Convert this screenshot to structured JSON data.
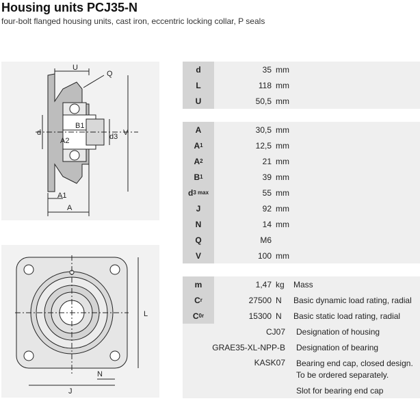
{
  "header": {
    "title": "Housing units PCJ35-N",
    "subtitle": "four-bolt flanged housing units, cast iron, eccentric locking collar, P seals"
  },
  "drawing1": {
    "labels": [
      "U",
      "Q",
      "B1",
      "d",
      "A2",
      "d3",
      "V",
      "A1",
      "A"
    ]
  },
  "drawing2": {
    "labels": [
      "L",
      "J",
      "N"
    ]
  },
  "group1": [
    {
      "sym": "d",
      "value": "35",
      "unit": "mm"
    },
    {
      "sym": "L",
      "value": "118",
      "unit": "mm"
    },
    {
      "sym": "U",
      "value": "50,5",
      "unit": "mm"
    }
  ],
  "group2": [
    {
      "sym": "A",
      "sub": "",
      "value": "30,5",
      "unit": "mm"
    },
    {
      "sym": "A",
      "sub": "1",
      "value": "12,5",
      "unit": "mm"
    },
    {
      "sym": "A",
      "sub": "2",
      "value": "21",
      "unit": "mm"
    },
    {
      "sym": "B",
      "sub": "1",
      "value": "39",
      "unit": "mm"
    },
    {
      "sym": "d",
      "sub": "3 max",
      "value": "55",
      "unit": "mm"
    },
    {
      "sym": "J",
      "sub": "",
      "value": "92",
      "unit": "mm"
    },
    {
      "sym": "N",
      "sub": "",
      "value": "14",
      "unit": "mm"
    },
    {
      "sym": "Q",
      "sub": "",
      "value": "M6",
      "unit": ""
    },
    {
      "sym": "V",
      "sub": "",
      "value": "100",
      "unit": "mm"
    }
  ],
  "group3": [
    {
      "sym": "m",
      "sub": "",
      "value": "1,47",
      "unit": "kg",
      "desc": "Mass"
    },
    {
      "sym": "C",
      "sub": "r",
      "value": "27500",
      "unit": "N",
      "desc": "Basic dynamic load rating, radial"
    },
    {
      "sym": "C",
      "sub": "0r",
      "value": "15300",
      "unit": "N",
      "desc": "Basic static load rating, radial"
    }
  ],
  "group4": [
    {
      "value": "CJ07",
      "desc": "Designation of housing"
    },
    {
      "value": "GRAE35-XL-NPP-B",
      "desc": "Designation of bearing"
    },
    {
      "value": "KASK07",
      "desc": "Bearing end cap, closed design.",
      "desc2": "To be ordered separately."
    },
    {
      "value": "",
      "desc": "Slot for bearing end cap"
    }
  ]
}
